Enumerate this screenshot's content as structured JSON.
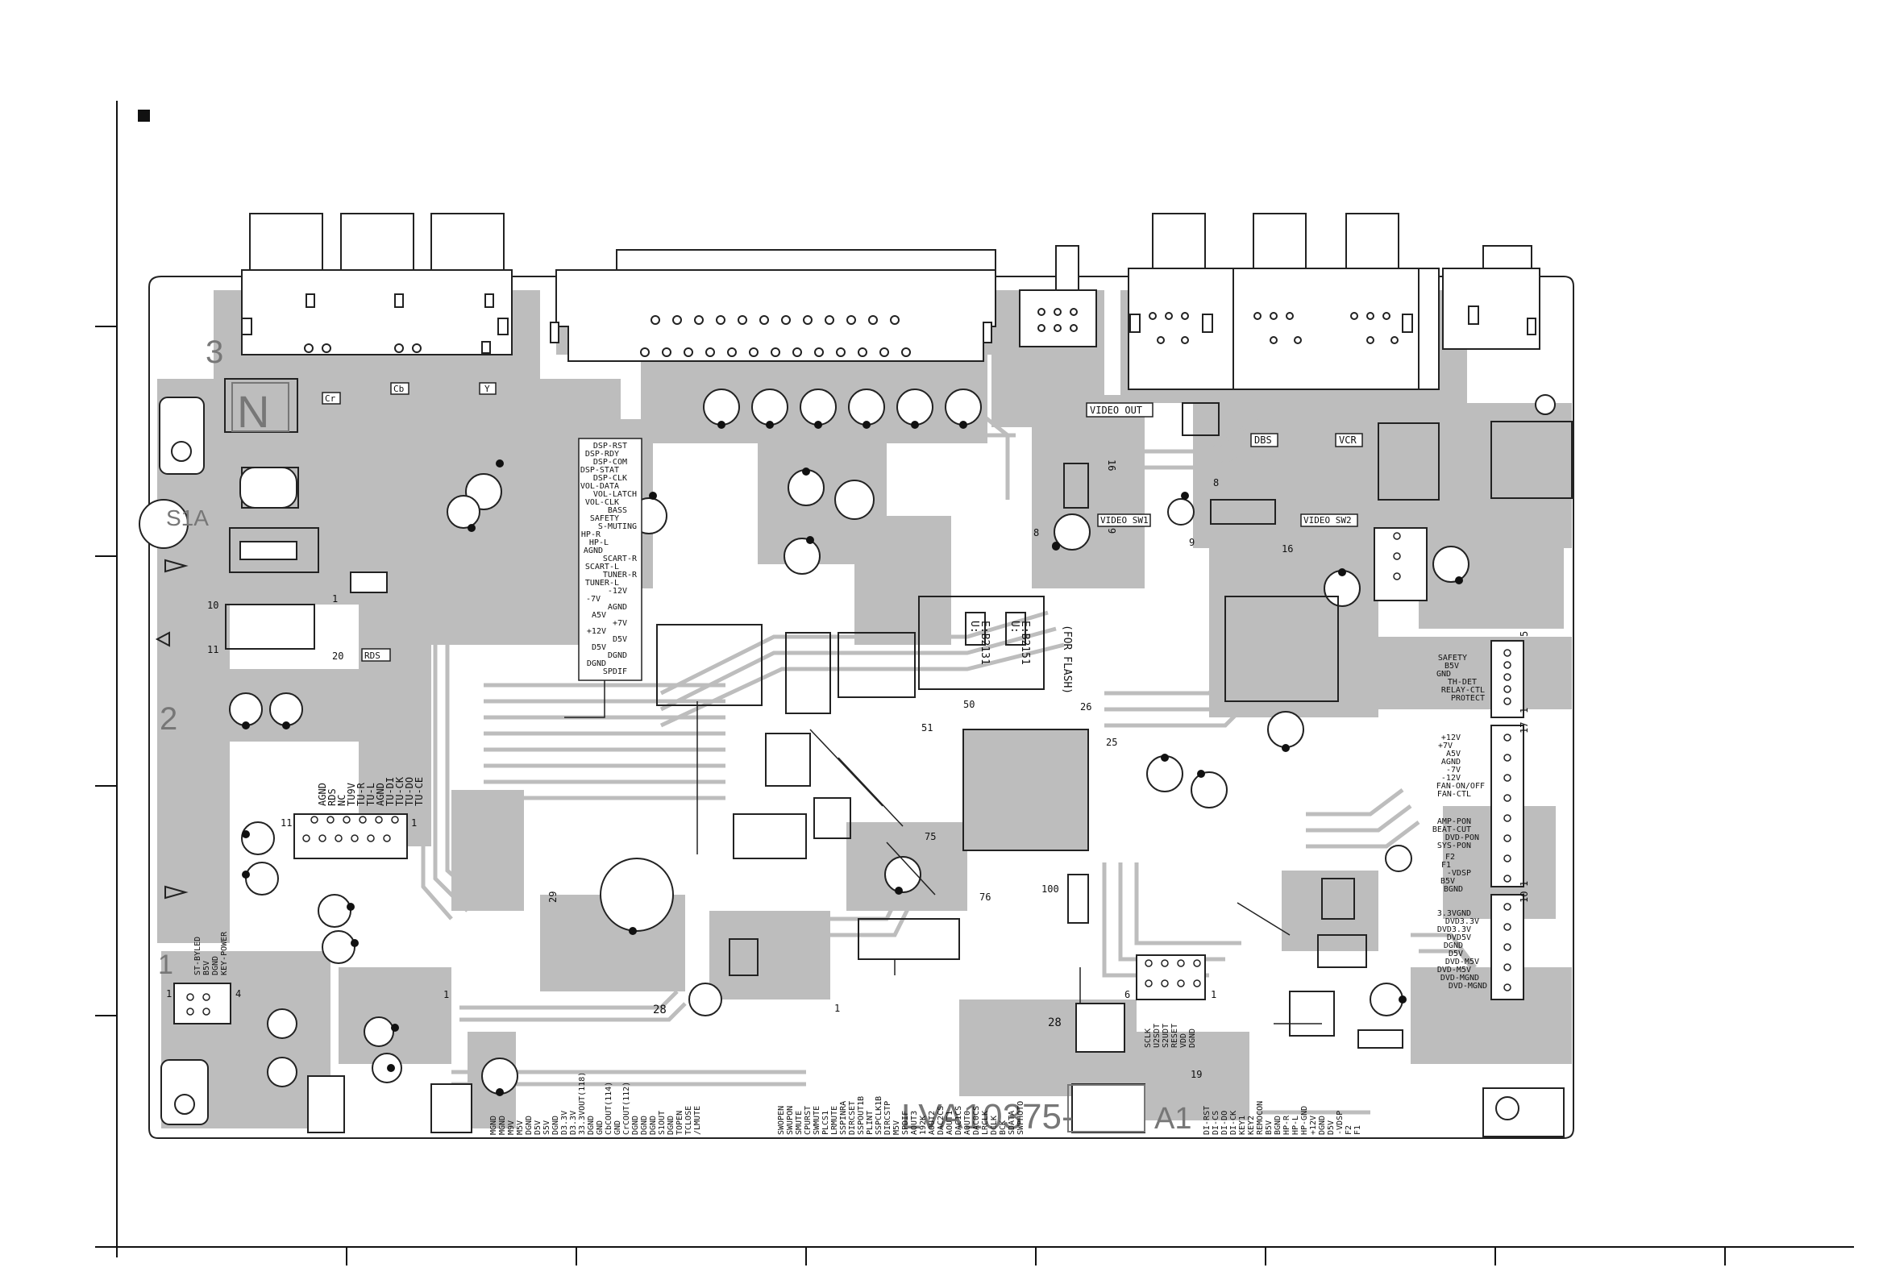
{
  "colors": {
    "copper": "#bdbdbd",
    "outline": "#222222",
    "trace": "#ffffff",
    "paper": "#ffffff"
  },
  "board": {
    "part_number": "LVA10375-",
    "revision": "A1",
    "zone_labels": [
      "3",
      "2",
      "1"
    ],
    "marks": [
      "N",
      "S1A"
    ],
    "icons": [
      "triangle-left-icon",
      "triangle-outline-icon",
      "triangle-left-icon",
      "square-marker-icon"
    ]
  },
  "jacks": {
    "cr": "Cr",
    "cb": "Cb",
    "y": "Y"
  },
  "boxed_labels": {
    "video_out": "VIDEO OUT",
    "dbs": "DBS",
    "vcr": "VCR",
    "video_sw1": "VIDEO SW1",
    "video_sw2": "VIDEO SW2",
    "rds": "RDS"
  },
  "chip_labels": {
    "u1": "U:",
    "e1": "E:B2131",
    "u2": "U:",
    "e2": "E:B2151",
    "flash": "(FOR FLASH)"
  },
  "pin_numbers": [
    "16",
    "9",
    "8",
    "8",
    "16",
    "9",
    "50",
    "26",
    "25",
    "51",
    "75",
    "76",
    "100",
    "10",
    "11",
    "1",
    "20",
    "11",
    "1",
    "29",
    "28",
    "28",
    "1",
    "1",
    "6",
    "19",
    "4",
    "1",
    "1",
    "5",
    "1",
    "17",
    "1",
    "10"
  ],
  "dsp_connector": [
    "DSP-RST",
    "DSP-RDY",
    "DSP-COM",
    "DSP-STAT",
    "DSP-CLK",
    "VOL-DATA",
    "VOL-LATCH",
    "VOL-CLK",
    "BASS",
    "SAFETY",
    "S-MUTING",
    "HP-R",
    "HP-L",
    "AGND",
    "SCART-R",
    "SCART-L",
    "TUNER-R",
    "TUNER-L",
    "-12V",
    "-7V",
    "AGND",
    "A5V",
    "+7V",
    "+12V",
    "D5V",
    "D5V",
    "DGND",
    "DGND",
    "SPDIF"
  ],
  "tuner_connector": [
    "AGND",
    "RDS",
    "NC",
    "TU9V",
    "TU-R",
    "TU-L",
    "AGND",
    "TU-DI",
    "TU-CK",
    "TU-DO",
    "TU-CE"
  ],
  "key_connector": [
    "ST-BYLED",
    "B5V",
    "DGND",
    "KEY-POWER"
  ],
  "safety_connector": [
    "SAFETY",
    "B5V",
    "GND",
    "TH-DET",
    "RELAY-CTL",
    "PROTECT"
  ],
  "power_connector": [
    "+12V",
    "+7V",
    "A5V",
    "AGND",
    "-7V",
    "-12V",
    "FAN-ON/OFF",
    "FAN-CTL",
    "AMP-PON",
    "BEAT-CUT",
    "DVD-PON",
    "SYS-PON",
    "F2",
    "F1",
    "-VDSP",
    "B5V",
    "BGND"
  ],
  "dvd_power_connector": [
    "3.3VGND",
    "DVD3.3V",
    "DVD3.3V",
    "DVD5V",
    "DGND",
    "D5V",
    "DVD-M5V",
    "DVD-M5V",
    "DVD-MGND",
    "DVD-MGND"
  ],
  "bottom_left_connector": [
    "MGND",
    "MGND",
    "M9V",
    "M5V",
    "DGND",
    "D5V",
    "S5V",
    "DGND",
    "D3.3V",
    "D3.3V",
    "33.3VOUT(118)",
    "DGND",
    "GND",
    "CbCOUT(114)",
    "GND",
    "CrCOUT(112)",
    "DGND",
    "DGND",
    "DGND",
    "S1OUT",
    "DGND",
    "TOPEN",
    "TCLOSE",
    "/LMUTE"
  ],
  "bottom_mid_connector": [
    "SWOPEN",
    "SWUPON",
    "SMUTE",
    "CPURST",
    "SWMUTE",
    "PLCS1",
    "LRMUTE",
    "SSPINRA",
    "DIRCSET",
    "SSPOUT1B",
    "PLINT",
    "SSPCLK1B",
    "DIRCSTP",
    "M5V",
    "SPDIF",
    "AOUT3",
    "192K",
    "AOUT2",
    "DAC2CS",
    "AOUT1",
    "DAC1CS",
    "AOUT0",
    "DAC0CS",
    "LRCLK",
    "DCLK",
    "BCK",
    "SDATA",
    "SWPHOTO"
  ],
  "small_connector": [
    "SCLK",
    "U2SDT",
    "S2UDT",
    "RESET",
    "VDD",
    "DGND"
  ],
  "bottom_right_connector": [
    "DI-RST",
    "DI-CS",
    "DI-DO",
    "DI-CK",
    "KEY1",
    "KEY2",
    "REMOCON",
    "B5V",
    "BGND",
    "HP-R",
    "HP-L",
    "HP-GND",
    "+12V",
    "DGND",
    "D5V",
    "-VDSP",
    "F2",
    "F1"
  ]
}
